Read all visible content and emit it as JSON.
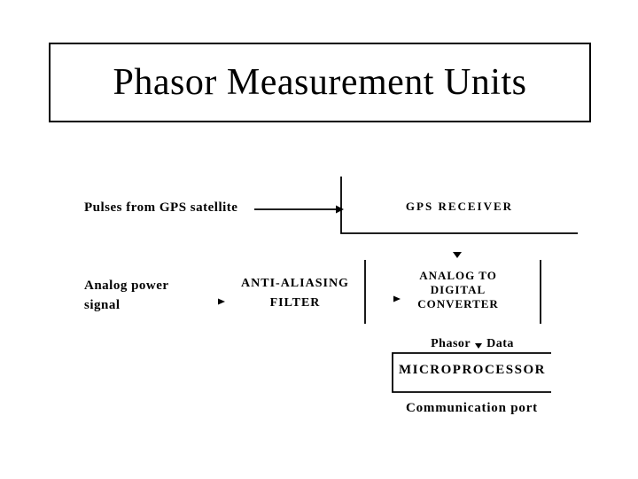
{
  "title": "Phasor Measurement Units",
  "labels": {
    "gps_pulses": "Pulses from GPS satellite",
    "analog_power": [
      "Analog power",
      "signal"
    ],
    "phasor_data": {
      "before": "Phasor",
      "after": "Data"
    },
    "communication_port": "Communication port"
  },
  "blocks": {
    "gps_receiver": "GPS RECEIVER",
    "anti_aliasing_filter": [
      "ANTI-ALIASING",
      "FILTER"
    ],
    "adc": [
      "ANALOG TO",
      "DIGITAL",
      "CONVERTER"
    ],
    "microprocessor": "MICROPROCESSOR"
  },
  "colors": {
    "ink": "#000000",
    "background": "#ffffff"
  }
}
